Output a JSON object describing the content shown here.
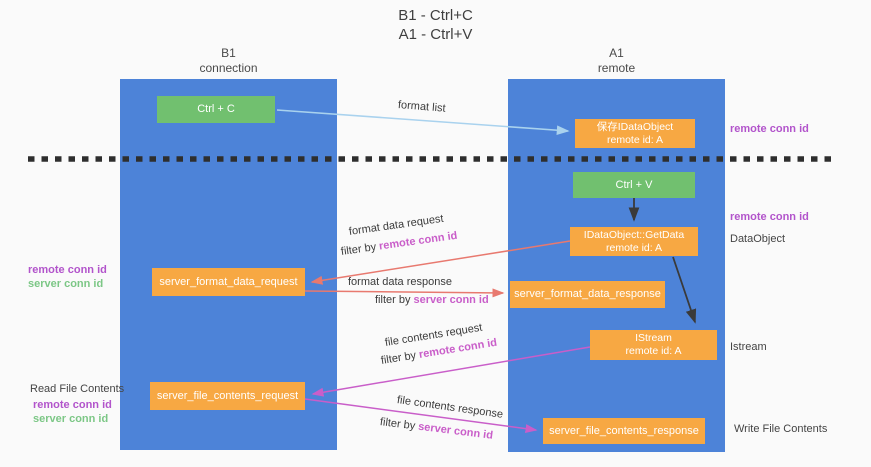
{
  "title": {
    "line1": "B1 - Ctrl+C",
    "line2": "A1 - Ctrl+V"
  },
  "lanes": {
    "left": {
      "name": "B1",
      "role": "connection"
    },
    "right": {
      "name": "A1",
      "role": "remote"
    }
  },
  "nodes": {
    "ctrl_c": {
      "label": "Ctrl + C"
    },
    "ctrl_v": {
      "label": "Ctrl + V"
    },
    "save_dataobject": {
      "line1": "保存IDataObject",
      "line2": "remote id: A"
    },
    "getdata": {
      "line1": "IDataObject::GetData",
      "line2": "remote id: A"
    },
    "istream": {
      "line1": "IStream",
      "line2": "remote id: A"
    },
    "format_request": {
      "label": "server_format_data_request"
    },
    "format_response": {
      "label": "server_format_data_response"
    },
    "file_request": {
      "label": "server_file_contents_request"
    },
    "file_response": {
      "label": "server_file_contents_response"
    }
  },
  "arrow_labels": {
    "format_list": "format list",
    "format_data_request": "format data request",
    "format_data_request_filter": {
      "prefix": "filter by ",
      "highlight": "remote conn id"
    },
    "format_data_response": "format data response",
    "format_data_response_filter": {
      "prefix": "filter by ",
      "highlight": "server conn id"
    },
    "file_contents_request": "file contents request",
    "file_contents_request_filter": {
      "prefix": "filter by ",
      "highlight": "remote conn id"
    },
    "file_contents_response": "file contents response",
    "file_contents_response_filter": {
      "prefix": "filter by ",
      "highlight": "server conn id"
    }
  },
  "side_labels": {
    "right_remote_conn_id_top": "remote conn id",
    "right_remote_conn_id_mid": "remote conn id",
    "right_dataobject": "DataObject",
    "right_istream": "Istream",
    "right_write_file": "Write File Contents",
    "left_remote_conn_id_top": "remote conn id",
    "left_server_conn_id_top": "server conn id",
    "left_read_file": "Read File Contents",
    "left_remote_conn_id_bottom": "remote conn id",
    "left_server_conn_id_bottom": "server conn id"
  },
  "colors": {
    "lane_fill": "#4d83d8",
    "node_green": "#71c06f",
    "node_orange": "#f7a843",
    "arrow_light_blue": "#a9d2ee",
    "arrow_red": "#e8796f",
    "arrow_magenta": "#c95ec9",
    "arrow_black": "#3a3a3a",
    "label_purple": "#b254cb",
    "label_green": "#7cc786",
    "text_dark": "#3c3c3c"
  }
}
